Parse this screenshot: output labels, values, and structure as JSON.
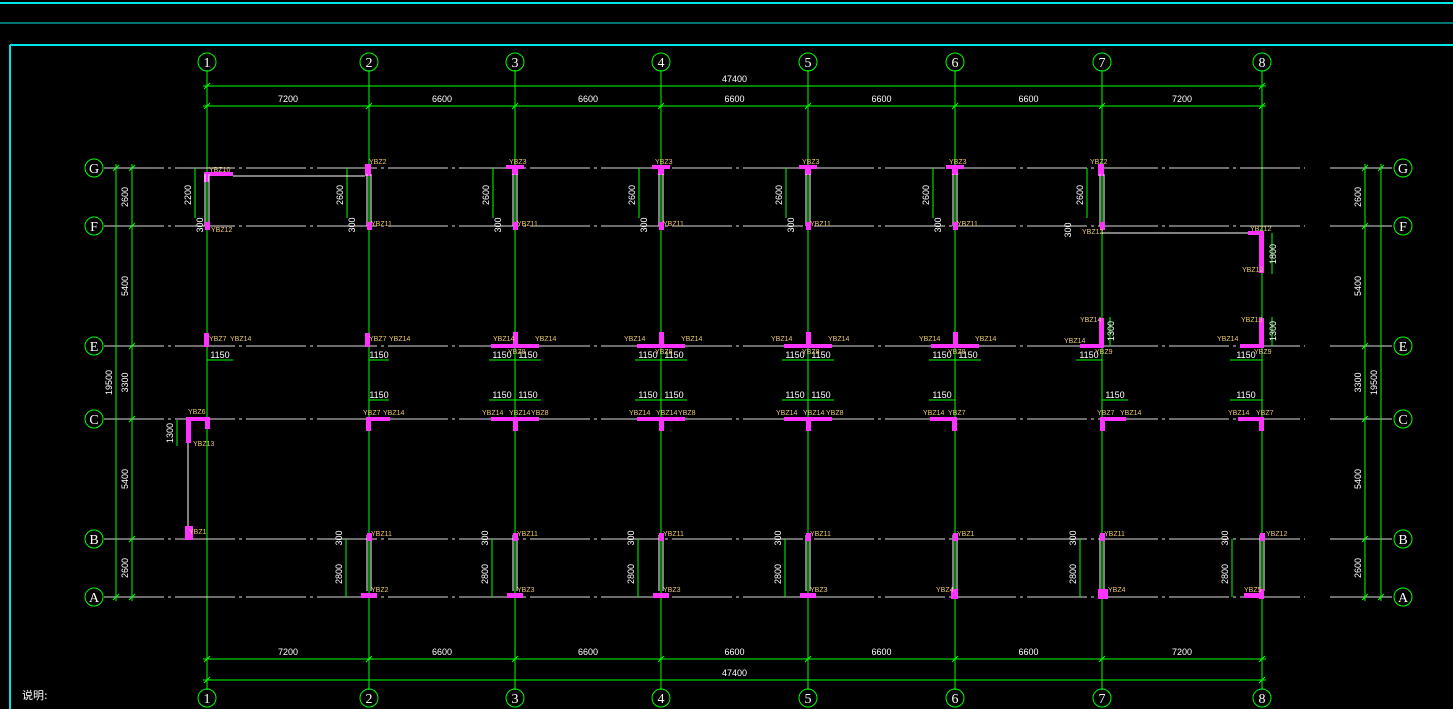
{
  "axes": {
    "columns": [
      "1",
      "2",
      "3",
      "4",
      "5",
      "6",
      "7",
      "8"
    ],
    "rows": [
      "G",
      "F",
      "E",
      "C",
      "B",
      "A"
    ]
  },
  "dimensions": {
    "total_x": "47400",
    "bays_x": [
      "7200",
      "6600",
      "6600",
      "6600",
      "6600",
      "6600",
      "7200"
    ],
    "left_bays_y": [
      "2600",
      "5400",
      "3300",
      "5400",
      "2600"
    ],
    "left_total_y": "19500",
    "right_bays_y": [
      "2600",
      "5400",
      "3300",
      "5400",
      "2600"
    ],
    "right_total_y": "19500"
  },
  "wall_labels": [
    "YBZ10",
    "YBZ2",
    "YBZ3",
    "YBZ3",
    "YBZ3",
    "YBZ3",
    "YBZ2",
    "YBZ12",
    "YBZ11",
    "YBZ11",
    "YBZ11",
    "YBZ11",
    "YBZ11",
    "YBZ12",
    "YBZ12",
    "YBZ12",
    "YBZ7",
    "YBZ14",
    "YBZ7",
    "YBZ14",
    "YBZ14",
    "YBZ14",
    "YBZ8",
    "YBZ14",
    "YBZ14",
    "YBZ8",
    "YBZ14",
    "YBZ14",
    "YBZ8",
    "YBZ14",
    "YBZ14",
    "YBZ8",
    "YBZ14",
    "YBZ14",
    "YBZ9",
    "YBZ13",
    "YBZ14",
    "YBZ9",
    "YBZ6",
    "YBZ13",
    "YBZ7",
    "YBZ14",
    "YBZ14",
    "YBZ8",
    "YBZ14",
    "YBZ14",
    "YBZ8",
    "YBZ14",
    "YBZ14",
    "YBZ8",
    "YBZ14",
    "YBZ14",
    "YBZ7",
    "YBZ7",
    "YBZ14",
    "YBZ14",
    "YBZ7",
    "YBZ1",
    "YBZ11",
    "YBZ11",
    "YBZ11",
    "YBZ11",
    "YBZ1",
    "YBZ11",
    "YBZ12",
    "YBZ2",
    "YBZ3",
    "YBZ3",
    "YBZ3",
    "YBZ4",
    "YBZ4",
    "YBZ5"
  ],
  "local_dims": {
    "f_to_g": [
      "2200",
      "2600",
      "2600",
      "2600",
      "2600",
      "2600"
    ],
    "f_offset": [
      "300",
      "300",
      "300",
      "300",
      "300",
      "300"
    ],
    "right_f": [
      "1800"
    ],
    "right_e": [
      "1300",
      "1300"
    ],
    "e_below": [
      "1150",
      "1150",
      "1150",
      "1150",
      "1150",
      "1150",
      "1150",
      "1150",
      "1150",
      "1150",
      "1150",
      "1150",
      "1150"
    ],
    "c_above": [
      "1150",
      "1150",
      "1150",
      "1150",
      "1150",
      "1150",
      "1150",
      "1150",
      "1150",
      "1150",
      "1150",
      "1150"
    ],
    "c_left": [
      "1300"
    ],
    "b_offset": [
      "300",
      "300",
      "300",
      "300",
      "300",
      "300"
    ],
    "a_to_b": [
      "2800",
      "2800",
      "2800",
      "2800",
      "2800",
      "2800"
    ]
  },
  "note": "说明:",
  "colors": {
    "frame": "#00e5e5",
    "grid": "#ffffff",
    "dimension": "#00ff00",
    "wall": "#ff33ff",
    "tag": "#e8c870"
  }
}
